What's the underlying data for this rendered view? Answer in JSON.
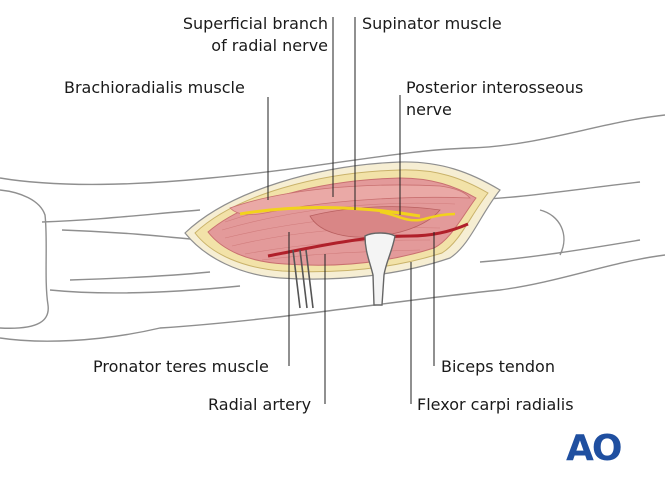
{
  "labels": {
    "superficial_branch": [
      "Superficial branch",
      "of radial nerve"
    ],
    "supinator": "Supinator muscle",
    "brachioradialis": "Brachioradialis muscle",
    "posterior_interosseous": [
      "Posterior interosseous",
      "nerve"
    ],
    "pronator_teres": "Pronator teres muscle",
    "radial_artery": "Radial artery",
    "biceps_tendon": "Biceps tendon",
    "flexor_carpi": "Flexor carpi radialis"
  },
  "logo": "AO",
  "colors": {
    "muscle": "#e39a9a",
    "muscle_dark": "#c97070",
    "fat": "#f2e2a8",
    "nerve": "#f2d21c",
    "artery": "#b0202a",
    "outline": "#8f8f8f",
    "logo": "#1f4fa0"
  }
}
